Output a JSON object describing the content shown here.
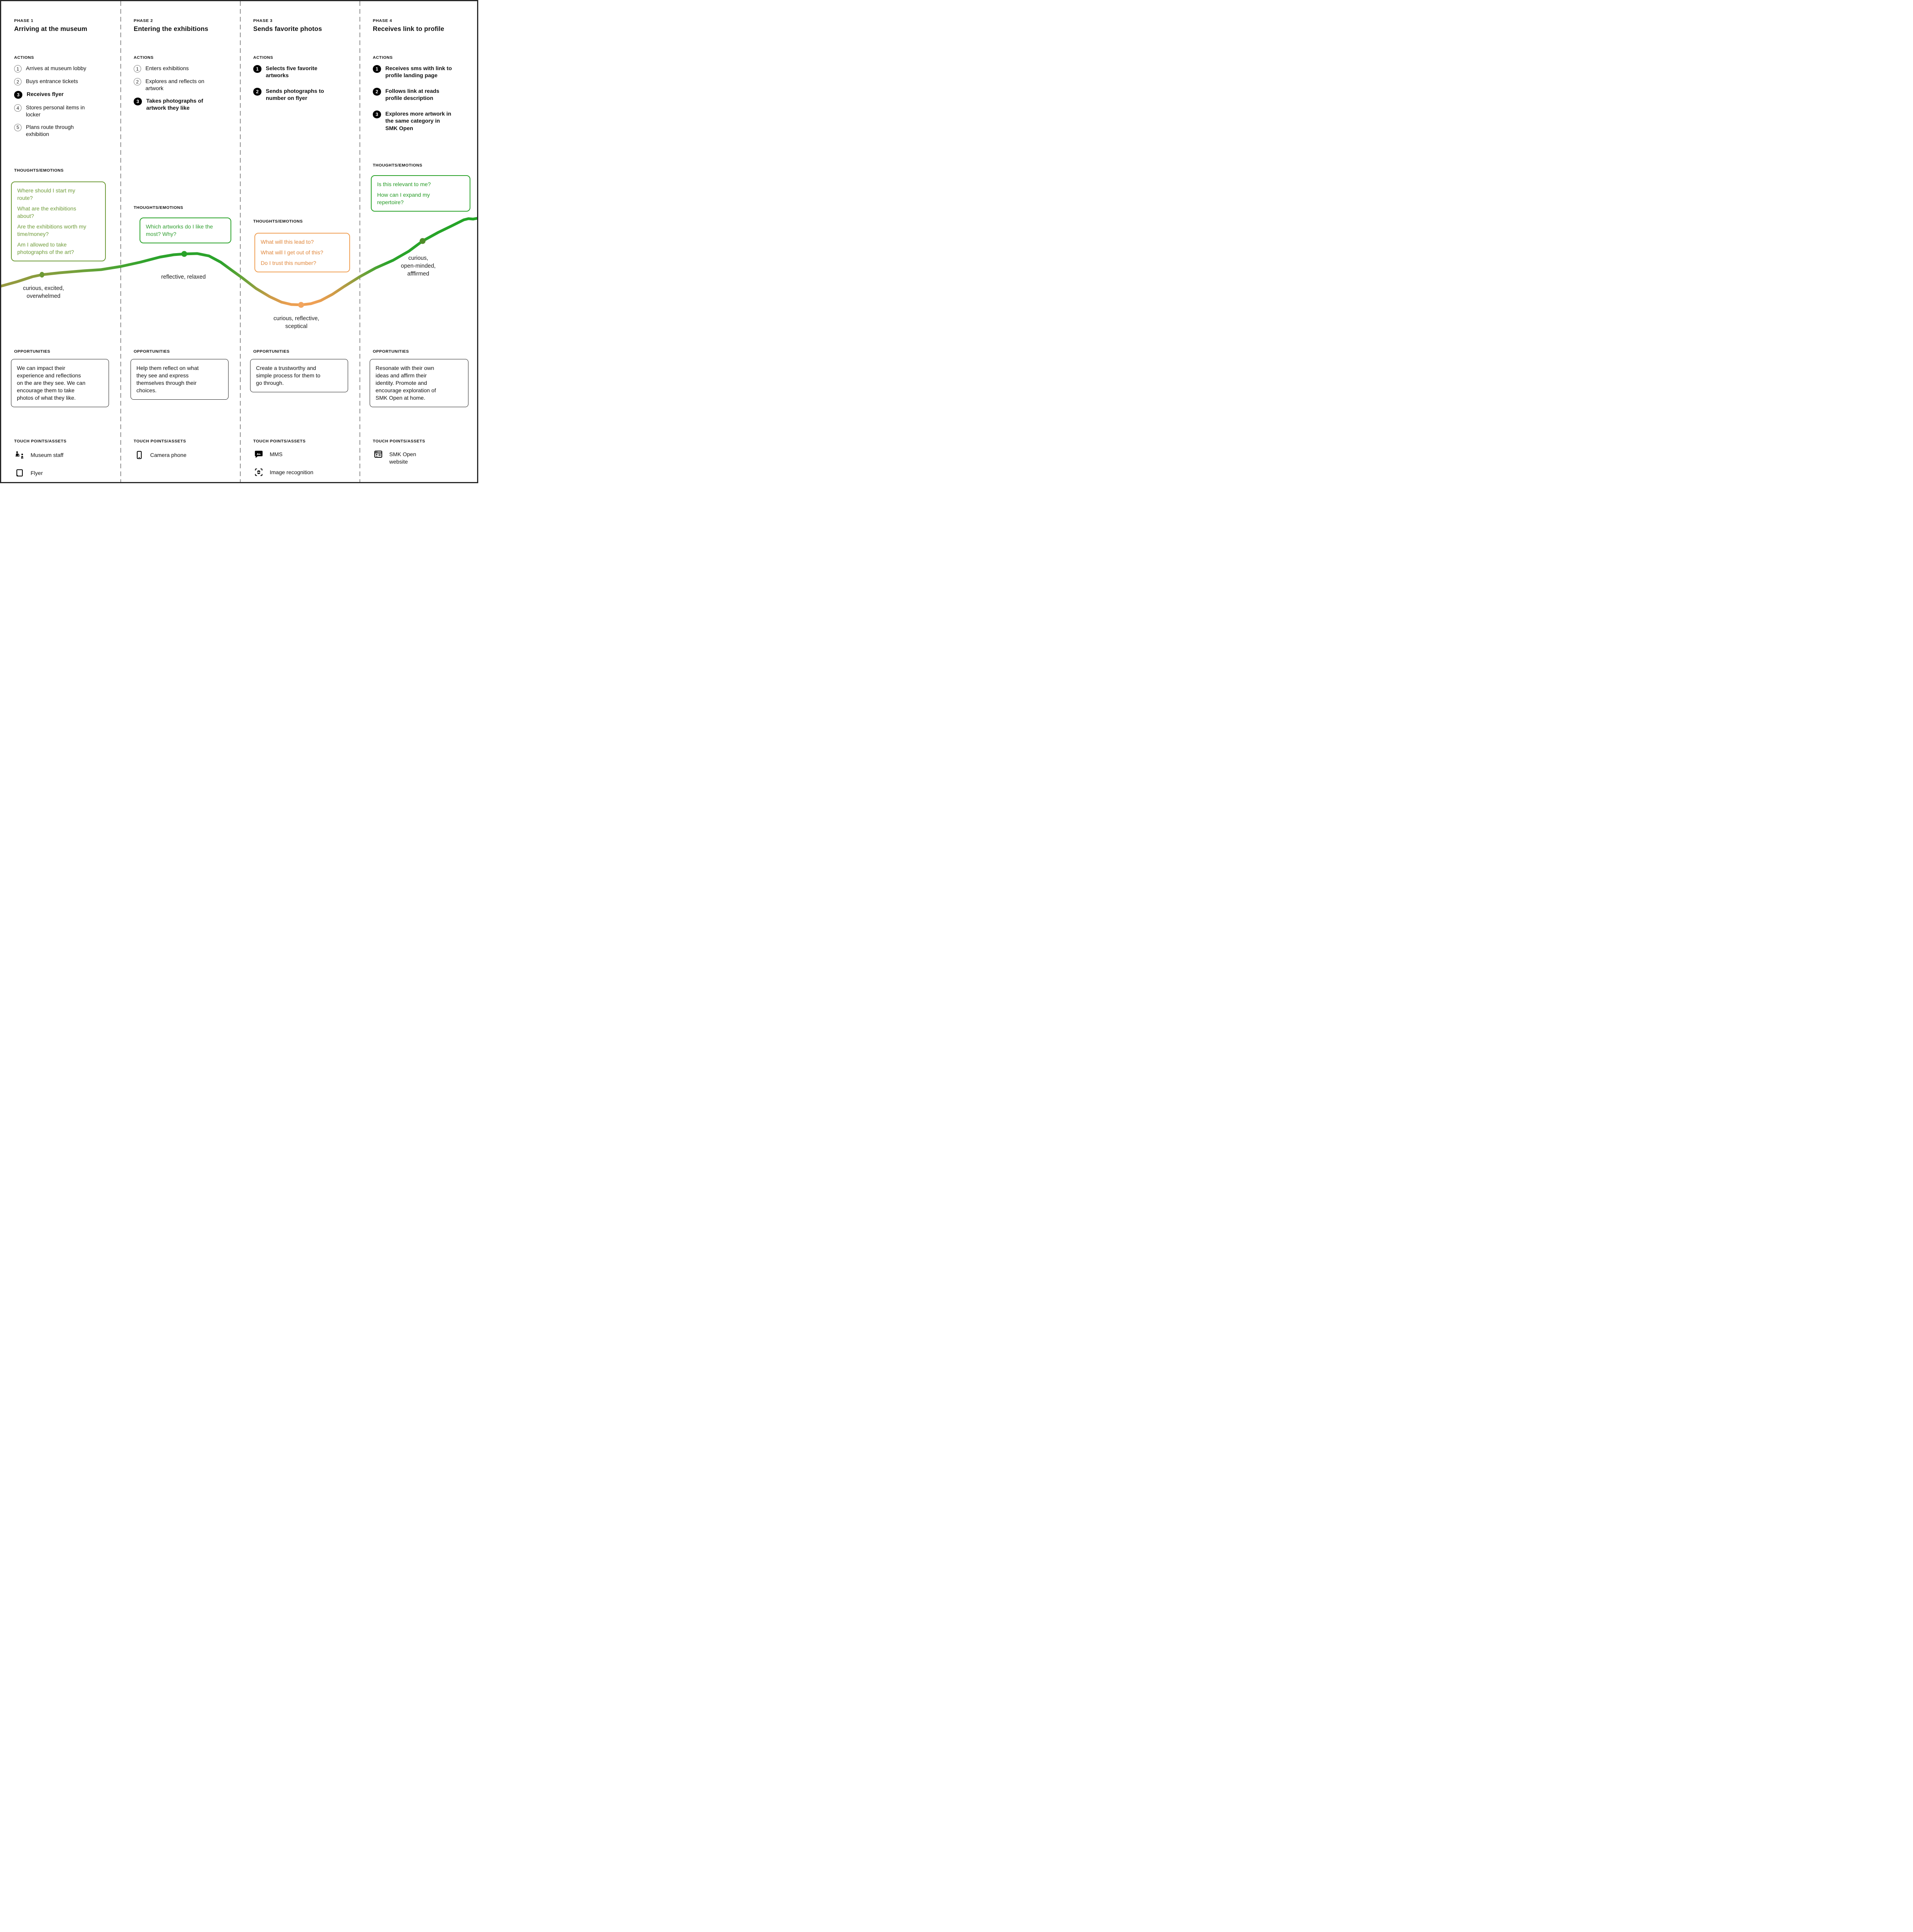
{
  "map": {
    "section_labels": {
      "actions": "ACTIONS",
      "thoughts": "THOUGHTS/EMOTIONS",
      "opportunities": "OPPORTUNITIES",
      "touchpoints": "TOUCH POINTS/ASSETS"
    },
    "colors": {
      "positive_green": "#2aa32b",
      "olive_green": "#6f9c3a",
      "negative_orange_border": "#f0a055",
      "negative_orange_text": "#e0873c",
      "divider_gray": "#8f8f8f",
      "ink": "#111111"
    },
    "phases": [
      {
        "label": "PHASE 1",
        "title": "Arriving at the museum",
        "actions": [
          {
            "num": "1",
            "text": "Arrives at museum lobby",
            "highlighted": false
          },
          {
            "num": "2",
            "text": "Buys entrance tickets",
            "highlighted": false
          },
          {
            "num": "3",
            "text": "Receives flyer",
            "highlighted": true
          },
          {
            "num": "4",
            "text": "Stores personal items in\nlocker",
            "highlighted": false
          },
          {
            "num": "5",
            "text": "Plans route through\nexhibition",
            "highlighted": false
          }
        ],
        "thoughts": [
          "Where should I start my\nroute?",
          "What are the exhibitions\nabout?",
          "Are the exhibitions worth my\ntime/money?",
          "Am I allowed to take\nphotographs of the art?"
        ],
        "opportunity": "We can impact their\nexperience and reflections\non the are they see. We can\nencourage them to take\nphotos of what they like.",
        "touchpoints": [
          {
            "icon": "museum-staff-icon",
            "label": "Museum staff"
          },
          {
            "icon": "flyer-icon",
            "label": "Flyer"
          }
        ]
      },
      {
        "label": "PHASE 2",
        "title": "Entering the exhibitions",
        "actions": [
          {
            "num": "1",
            "text": "Enters exhibitions",
            "highlighted": false
          },
          {
            "num": "2",
            "text": "Explores and reflects on\nartwork",
            "highlighted": false
          },
          {
            "num": "3",
            "text": "Takes photographs of\nartwork they like",
            "highlighted": true
          }
        ],
        "thoughts": [
          "Which artworks do I like the\nmost? Why?"
        ],
        "opportunity": "Help them reflect on what\nthey see and express\nthemselves through their\nchoices.",
        "touchpoints": [
          {
            "icon": "camera-phone-icon",
            "label": "Camera phone"
          }
        ]
      },
      {
        "label": "PHASE 3",
        "title": "Sends favorite photos",
        "actions": [
          {
            "num": "1",
            "text": "Selects five favorite\nartworks",
            "highlighted": true
          },
          {
            "num": "2",
            "text": "Sends photographs to\nnumber on flyer",
            "highlighted": true
          }
        ],
        "thoughts": [
          "What will this lead to?",
          "What will I get out of this?",
          "Do I trust this number?"
        ],
        "opportunity": "Create a trustworthy and\nsimple process for them to\ngo through.",
        "touchpoints": [
          {
            "icon": "mms-icon",
            "label": "MMS"
          },
          {
            "icon": "image-recognition-icon",
            "label": "Image recognition"
          }
        ]
      },
      {
        "label": "PHASE 4",
        "title": "Receives link to profile",
        "actions": [
          {
            "num": "1",
            "text": "Receives sms with link to\nprofile landing page",
            "highlighted": true
          },
          {
            "num": "2",
            "text": "Follows link at reads\nprofile description",
            "highlighted": true
          },
          {
            "num": "3",
            "text": "Explores more artwork in\nthe same category in\nSMK Open",
            "highlighted": true
          }
        ],
        "thoughts": [
          "Is this relevant to me?",
          "How can I expand my\nrepertoire?"
        ],
        "opportunity": "Resonate with their own\nideas and affirm their\nidentity. Promote and\nencourage exploration of\nSMK Open at home.",
        "touchpoints": [
          {
            "icon": "smk-open-website-icon",
            "label": "SMK Open\nwebsite"
          }
        ]
      }
    ],
    "emotion_curve": {
      "points": [
        {
          "phase": 1,
          "emotions": [
            "curious, excited,",
            "overwhelmed"
          ],
          "dot_color": "#6d9a35"
        },
        {
          "phase": 2,
          "emotions": [
            "reflective, relaxed"
          ],
          "dot_color": "#28a228"
        },
        {
          "phase": 3,
          "emotions": [
            "curious, reflective,",
            "sceptical"
          ],
          "dot_color": "#f2a55f"
        },
        {
          "phase": 4,
          "emotions": [
            "curious,",
            "open-minded,",
            "afffirmed"
          ],
          "dot_color": "#4f8c2a"
        }
      ]
    }
  }
}
